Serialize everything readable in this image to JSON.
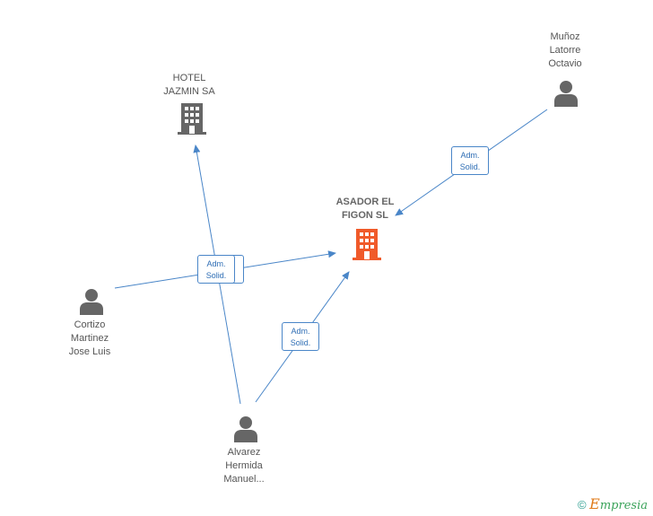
{
  "nodes": {
    "hotel": {
      "label_lines": [
        "HOTEL",
        "JAZMIN SA"
      ],
      "type": "company",
      "color": "#666666"
    },
    "asador": {
      "label_lines": [
        "ASADOR EL",
        "FIGON SL"
      ],
      "type": "company",
      "color": "#f05a2a"
    },
    "munoz": {
      "label_lines": [
        "Muñoz",
        "Latorre",
        "Octavio"
      ],
      "type": "person",
      "color": "#666666"
    },
    "cortizo": {
      "label_lines": [
        "Cortizo",
        "Martinez",
        "Jose Luis"
      ],
      "type": "person",
      "color": "#666666"
    },
    "alvarez": {
      "label_lines": [
        "Alvarez",
        "Hermida",
        "Manuel..."
      ],
      "type": "person",
      "color": "#666666"
    }
  },
  "relations": [
    {
      "from": "munoz",
      "to": "asador",
      "role_lines": [
        "Adm.",
        "Solid."
      ]
    },
    {
      "from": "cortizo",
      "to": "asador",
      "role_lines": [
        "Adm.",
        "Solid."
      ]
    },
    {
      "from": "alvarez",
      "to": "hotel",
      "role_lines": [
        "Adm.",
        "Solid."
      ]
    },
    {
      "from": "alvarez",
      "to": "asador",
      "role_lines": [
        "Adm.",
        "Solid."
      ]
    }
  ],
  "edge_color": "#4a86c8",
  "footer": {
    "copyright": "©",
    "brand_initial": "E",
    "brand_rest": "mpresia"
  }
}
